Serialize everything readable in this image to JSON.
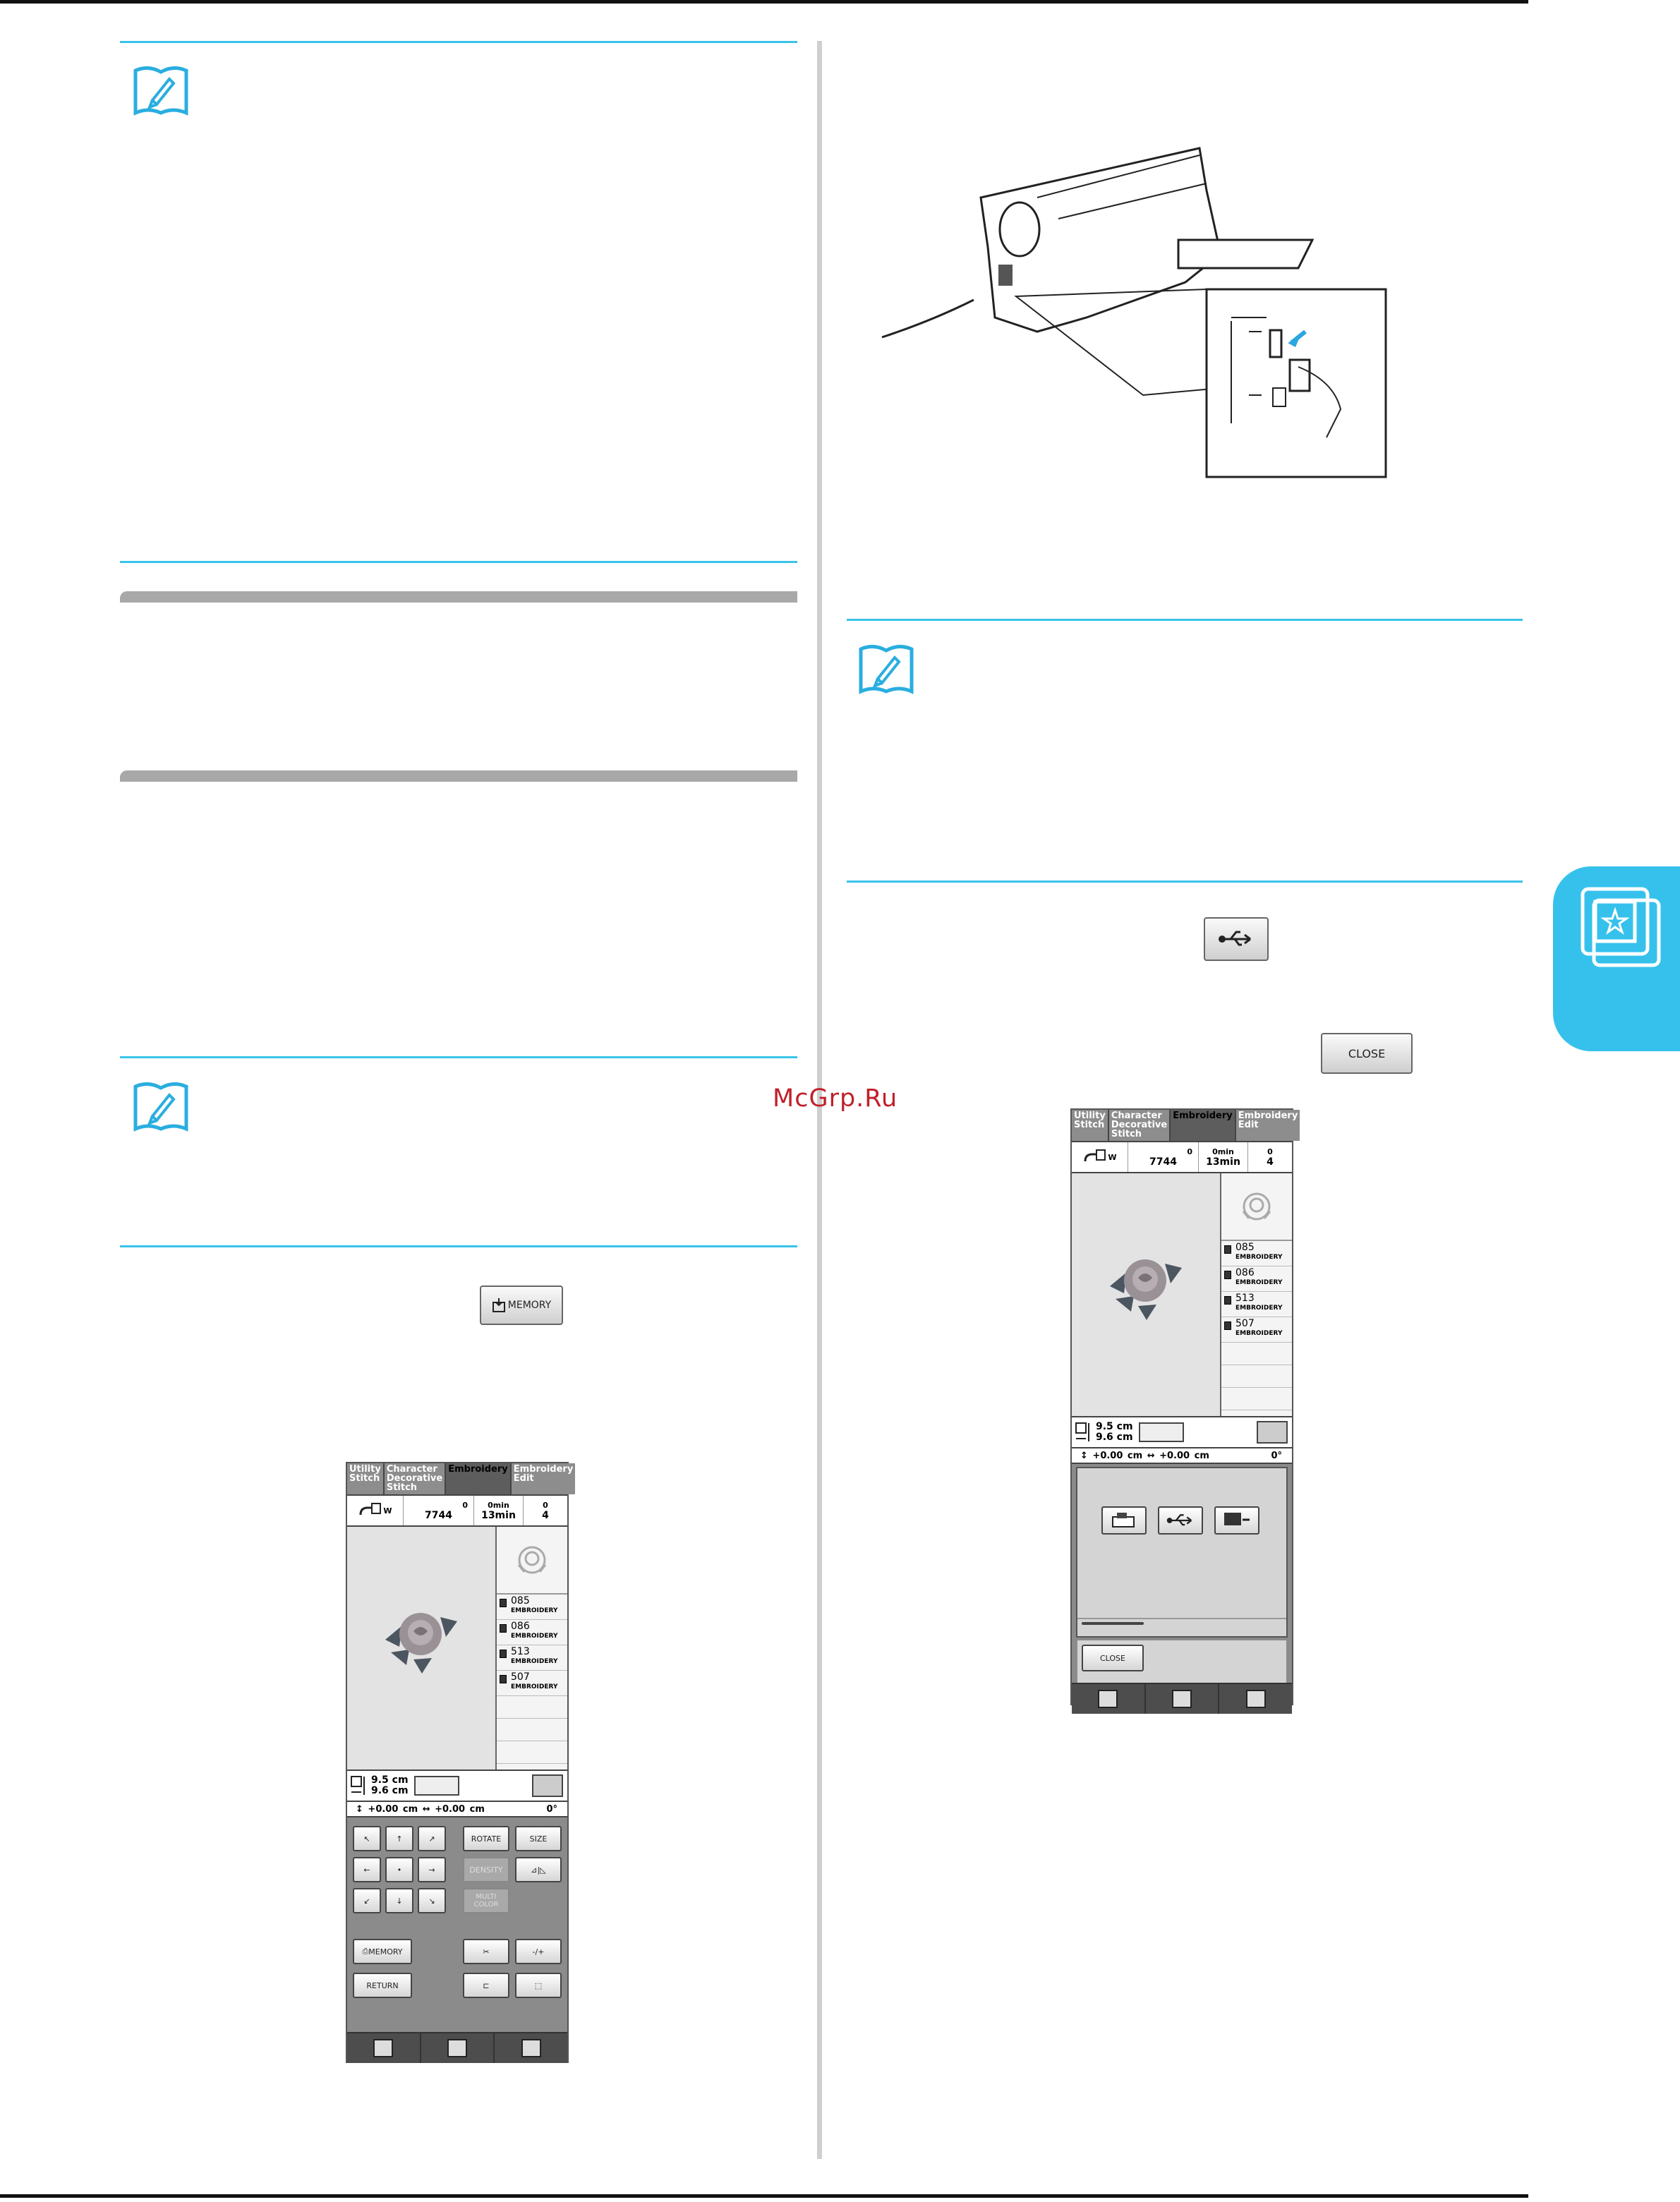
{
  "watermark": "McGrp.Ru",
  "buttons": {
    "memory": "MEMORY",
    "close": "CLOSE",
    "usb_icon": "usb-icon"
  },
  "screens": {
    "tabs": [
      "Utility Stitch",
      "Character Decorative Stitch",
      "Embroidery",
      "Embroidery Edit"
    ],
    "status": {
      "presser_foot": "W",
      "stitch_top": "0",
      "stitch_total": "7744",
      "time_top": "0min",
      "time_total": "13min",
      "color_top": "0",
      "color_total": "4"
    },
    "threads": [
      {
        "number": "085",
        "brand": "EMBROIDERY"
      },
      {
        "number": "086",
        "brand": "EMBROIDERY"
      },
      {
        "number": "513",
        "brand": "EMBROIDERY"
      },
      {
        "number": "507",
        "brand": "EMBROIDERY"
      }
    ],
    "size": {
      "height": "9.5 cm",
      "width": "9.6 cm"
    },
    "offset": {
      "vertical": "0.00 cm",
      "horizontal": "0.00 cm",
      "angle": "0°"
    },
    "edit_controls": {
      "rotate": "ROTATE",
      "size": "SIZE",
      "density": "DENSITY",
      "multi_color": "MULTI COLOR",
      "memory": "MEMORY",
      "return": "RETURN",
      "thread_minus_plus": "-/+"
    },
    "save_dialog": {
      "close": "CLOSE"
    }
  }
}
